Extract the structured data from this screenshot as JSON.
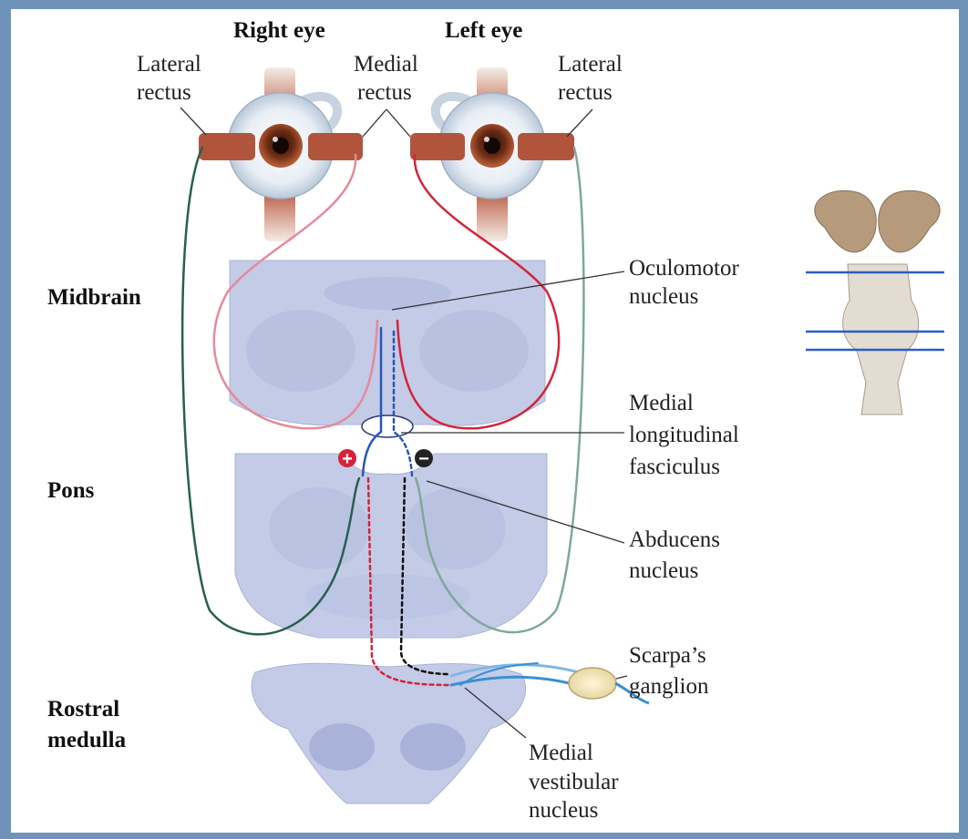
{
  "headings": {
    "right_eye": "Right eye",
    "left_eye": "Left eye"
  },
  "regions": {
    "midbrain": "Midbrain",
    "pons": "Pons",
    "rostral_medulla_line1": "Rostral",
    "rostral_medulla_line2": "medulla"
  },
  "labels": {
    "lateral_rectus_right_line1": "Lateral",
    "lateral_rectus_right_line2": "rectus",
    "medial_rectus_line1": "Medial",
    "medial_rectus_line2": "rectus",
    "lateral_rectus_left_line1": "Lateral",
    "lateral_rectus_left_line2": "rectus",
    "oculomotor_line1": "Oculomotor",
    "oculomotor_line2": "nucleus",
    "mlf_line1": "Medial",
    "mlf_line2": "longitudinal",
    "mlf_line3": "fasciculus",
    "abducens_line1": "Abducens",
    "abducens_line2": "nucleus",
    "scarpa_line1": "Scarpa’s",
    "scarpa_line2": "ganglion",
    "mvn_line1": "Medial",
    "mvn_line2": "vestibular",
    "mvn_line3": "nucleus"
  },
  "signs": {
    "excitatory": "+",
    "inhibitory": "−"
  },
  "colors": {
    "frame": "#6f93b8",
    "section_fill": "#c3cbe6",
    "pathway_red": "#d4233b",
    "pathway_pink": "#e58a9a",
    "pathway_blue": "#2a56b8",
    "pathway_green": "#27604f",
    "pathway_lightgreen": "#7fa898",
    "muscle": "#a2432e"
  }
}
